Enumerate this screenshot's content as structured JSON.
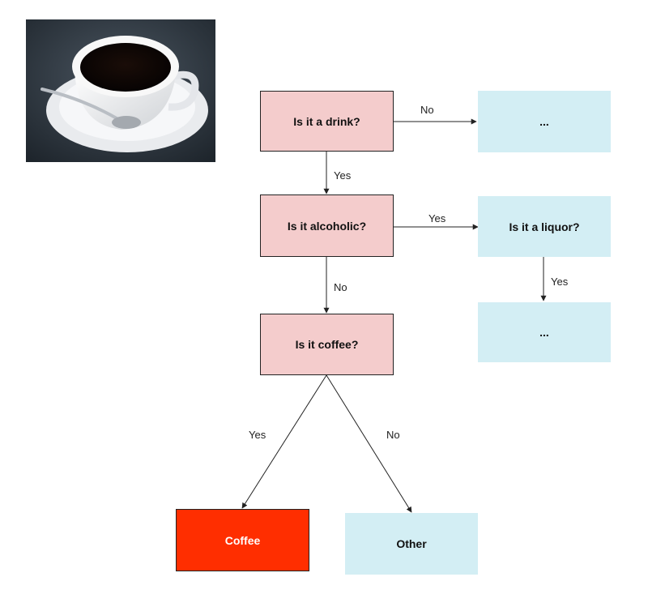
{
  "nodes": {
    "drink": "Is it a drink?",
    "drink_no": "...",
    "alcoholic": "Is it alcoholic?",
    "liquor": "Is it a liquor?",
    "liquor_yes": "...",
    "coffee_q": "Is it coffee?",
    "coffee": "Coffee",
    "other": "Other"
  },
  "edges": {
    "drink_no": "No",
    "drink_yes": "Yes",
    "alcoholic_yes": "Yes",
    "alcoholic_no": "No",
    "liquor_yes": "Yes",
    "coffee_yes": "Yes",
    "coffee_no": "No"
  },
  "colors": {
    "question_fill": "#f4cccc",
    "leaf_fill": "#d3eef4",
    "result_fill": "#ff2e00"
  },
  "image": {
    "subject": "coffee-cup-photo"
  }
}
